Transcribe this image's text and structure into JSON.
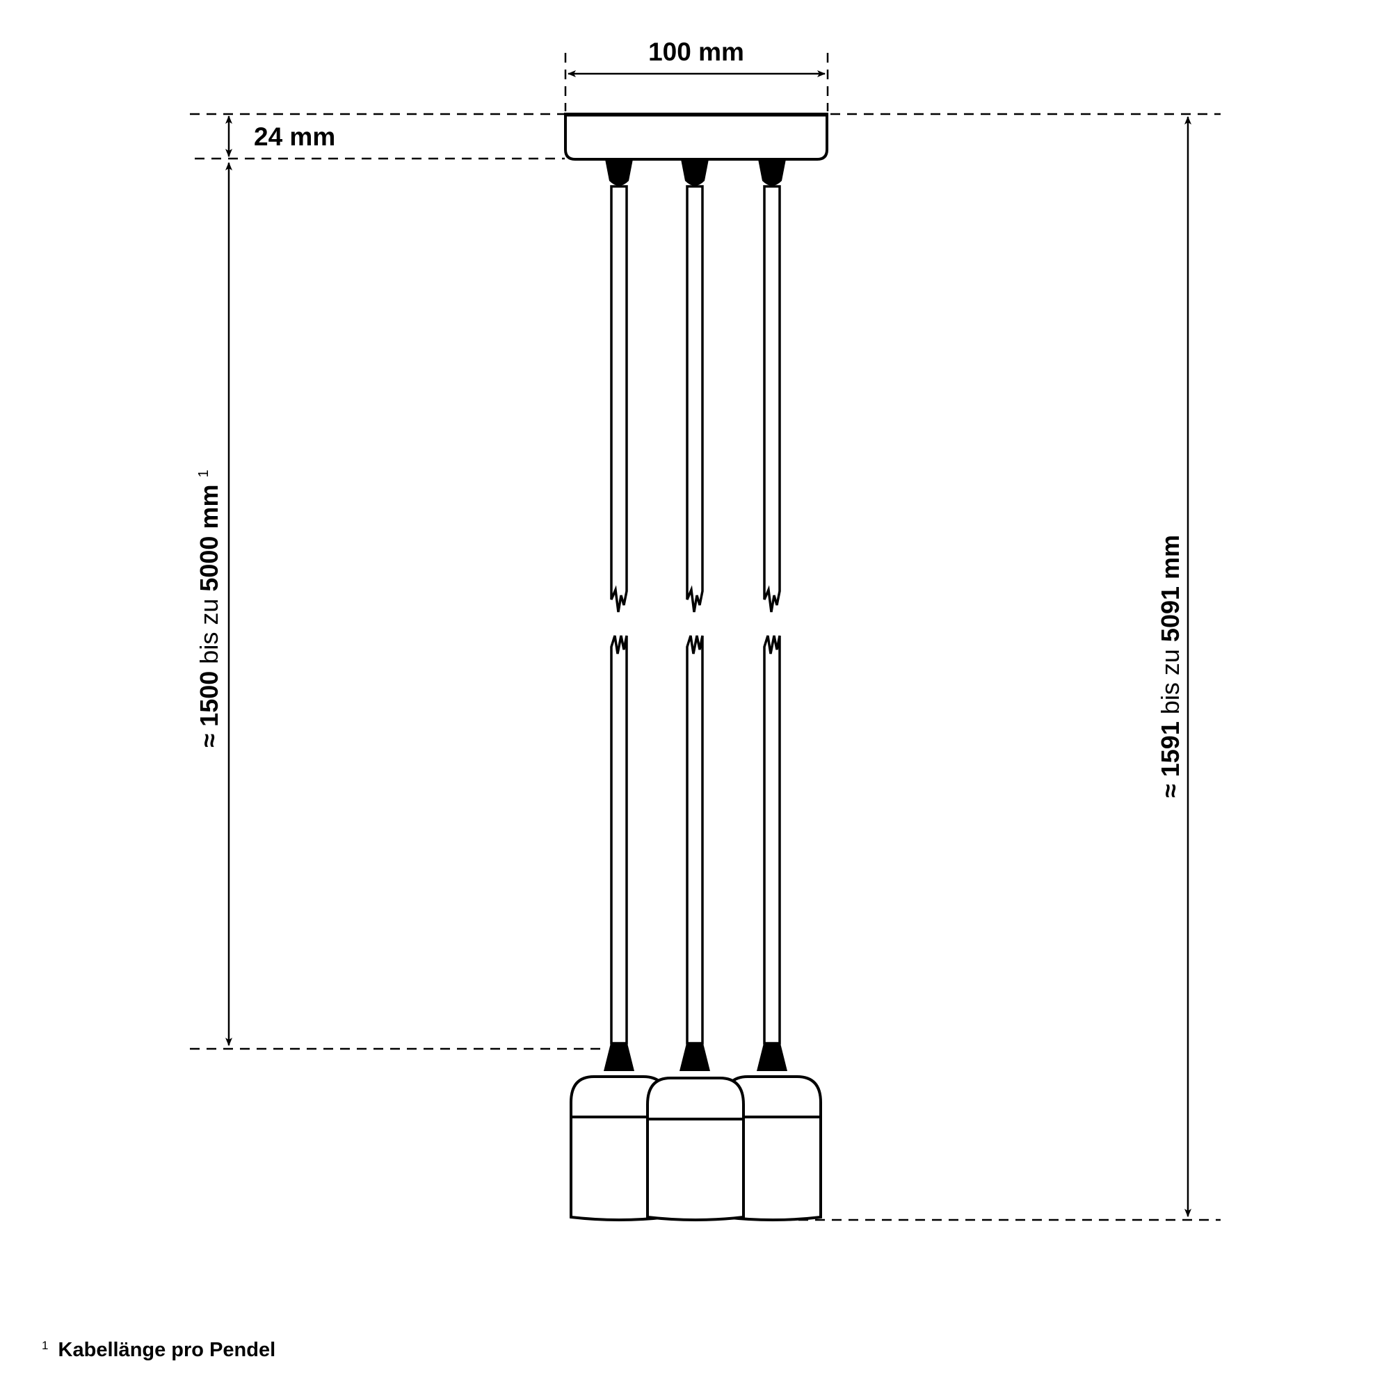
{
  "dimensions": {
    "canopy_width": "100 mm",
    "canopy_height": "24 mm",
    "cable_length": {
      "approx": "≈",
      "min": "1500",
      "between": "bis zu",
      "max": "5000 mm",
      "footnote_ref": "1"
    },
    "total_height": {
      "approx": "≈",
      "min": "1591",
      "between": "bis zu",
      "max": "5091 mm"
    }
  },
  "footnote": {
    "marker": "1",
    "text": "Kabellänge pro Pendel"
  },
  "colors": {
    "line": "#000000",
    "background": "#ffffff"
  }
}
